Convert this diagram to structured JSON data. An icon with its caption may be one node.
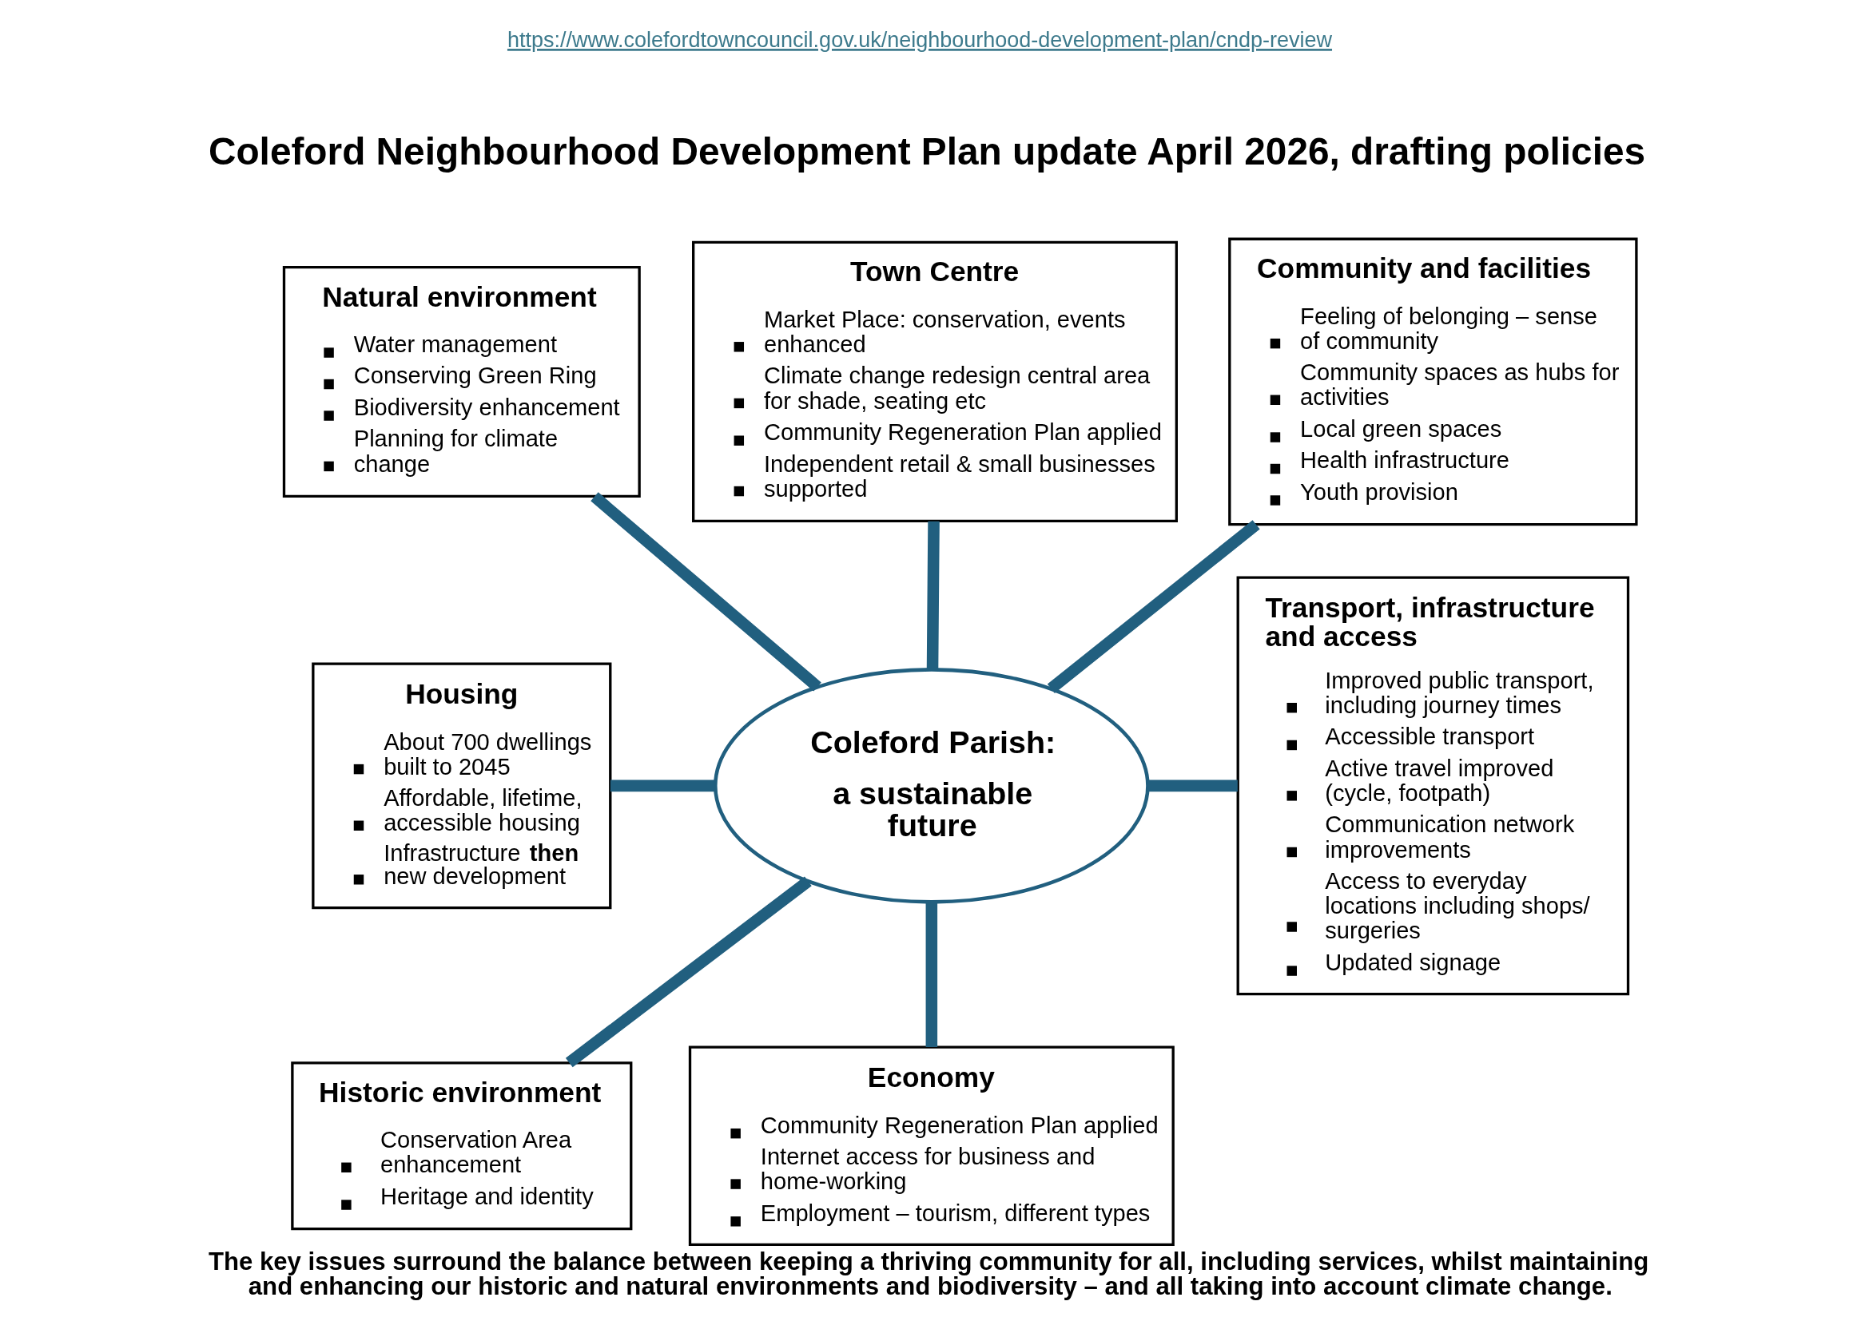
{
  "diagram": {
    "title": "Coleford Neighbourhood Development Plan update April 2026, drafting policies",
    "caption": "The key issues surround the balance between keeping a thriving community for all, including services, whilst maintaining and enhancing our historic and natural environments and biodiversity – and all taking into account climate change.",
    "nodes": [
      {
        "text": [
          "Natural environment",
          "Water management",
          "Conserving Green Ring",
          "Biodiversity enhancement",
          "Planning for climate change"
        ]
      },
      {
        "text": [
          "Town Centre",
          "Market Place: conservation, events enhanced",
          "Climate change redesign central area for shade, seating etc",
          "Community Regeneration Plan applied",
          "Independent retail & small businesses supported"
        ]
      },
      {
        "text": [
          "Community and facilities",
          "Feeling of belonging – sense of community",
          "Community spaces as hubs for activities",
          "Local green spaces",
          "Health infrastructure",
          "Youth provision"
        ]
      },
      {
        "text": [
          "Housing",
          "About 700 dwellings built to 2045",
          "Affordable, lifetime, accessible housing",
          "Infrastructure **then** new development"
        ]
      },
      {
        "text": [
          "Coleford Parish:",
          "a sustainable future"
        ]
      },
      {
        "text": [
          "Transport, infrastructure and access",
          "Improved public transport, including journey times",
          "Accessible transport",
          "Active travel improved (cycle, footpath)",
          "Communication network improvements",
          "Access to everyday locations including shops/ surgeries",
          "Updated signage"
        ]
      },
      {
        "text": [
          "Historic environment",
          "Conservation Area enhancement",
          "Heritage and identity"
        ]
      },
      {
        "text": [
          "Economy",
          "Community Regeneration Plan applied",
          "Internet access for business and home-working",
          "Employment – tourism, different types"
        ]
      }
    ],
    "edges": [
      {
        "from": 0,
        "to": 4,
        "arrow": "none",
        "color": "#215f7f"
      },
      {
        "from": 1,
        "to": 4,
        "arrow": "none",
        "color": "#215f7f"
      },
      {
        "from": 2,
        "to": 4,
        "arrow": "none",
        "color": "#215f7f"
      },
      {
        "from": 3,
        "to": 4,
        "arrow": "none",
        "color": "#215f7f"
      },
      {
        "from": 4,
        "to": 5,
        "arrow": "none",
        "color": "#215f7f"
      },
      {
        "from": 4,
        "to": 6,
        "arrow": "none",
        "color": "#215f7f"
      },
      {
        "from": 4,
        "to": 7,
        "arrow": "none",
        "color": "#215f7f"
      }
    ],
    "labels": [
      "https://www.colefordtowncouncil.gov.uk/neighbourhood-development-plan/cndp-review"
    ]
  }
}
